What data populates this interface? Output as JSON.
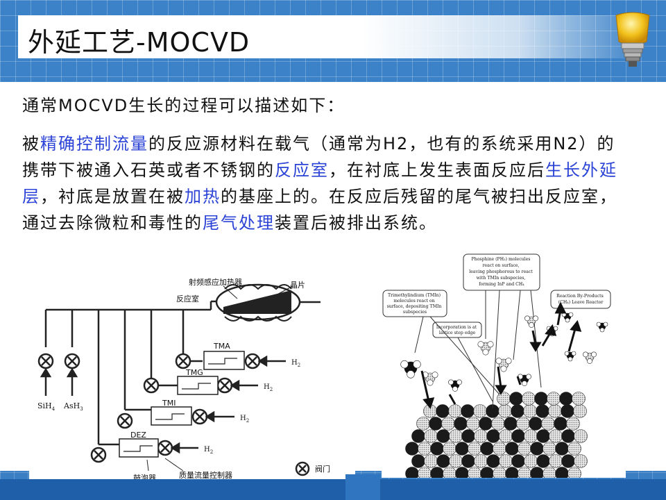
{
  "slide": {
    "title": "外延工艺-MOCVD",
    "lead": "通常MOCVD生长的过程可以描述如下：",
    "paragraph": [
      {
        "t": "被",
        "h": false
      },
      {
        "t": "精确控制流量",
        "h": true
      },
      {
        "t": "的反应源材料在载气（通常为H2，也有的系统采用N2）的携带下被通入石英或者不锈钢的",
        "h": false
      },
      {
        "t": "反应室",
        "h": true
      },
      {
        "t": "，在衬底上发生表面反应后",
        "h": false
      },
      {
        "t": "生长外延层",
        "h": true
      },
      {
        "t": "，衬底是放置在被",
        "h": false
      },
      {
        "t": "加热",
        "h": true
      },
      {
        "t": "的基座上的。在反应后残留的尾气被扫出反应室，通过去除微粒和毒性的",
        "h": false
      },
      {
        "t": "尾气处理",
        "h": true
      },
      {
        "t": "装置后被排出系统。",
        "h": false
      }
    ],
    "colors": {
      "highlight": "#2b43d6",
      "band": "#3b82c8"
    }
  },
  "left_diagram": {
    "rf_heater": "射频感应加热器",
    "wafer": "晶片",
    "chamber": "反应室",
    "sources": [
      "TMA",
      "TMG",
      "TMI",
      "DEZ"
    ],
    "gas_in": [
      "SiH",
      "AsH"
    ],
    "gas_sub": [
      "4",
      "3"
    ],
    "carrier": "H",
    "carrier_sub": "2",
    "bubbler": "鼓泡器",
    "mfc": "质量流量控制器",
    "valve": "阀门"
  },
  "right_diagram": {
    "phosphine": [
      "Phosphine (PH₃) molecules",
      "react on surface,",
      "leaving phosphorous to react",
      "with TMIn subspecies,",
      "forming InP and CH₄"
    ],
    "tmin": [
      "Trimethylindium (TMIn)",
      "molecules react on",
      "surface, depositing TMIn",
      "subspecies"
    ],
    "incorp": [
      "Incorporation is at",
      "lattice step edge"
    ],
    "byproduct": [
      "Reaction By-Products",
      "(CH₄) Leave Reactor"
    ]
  }
}
